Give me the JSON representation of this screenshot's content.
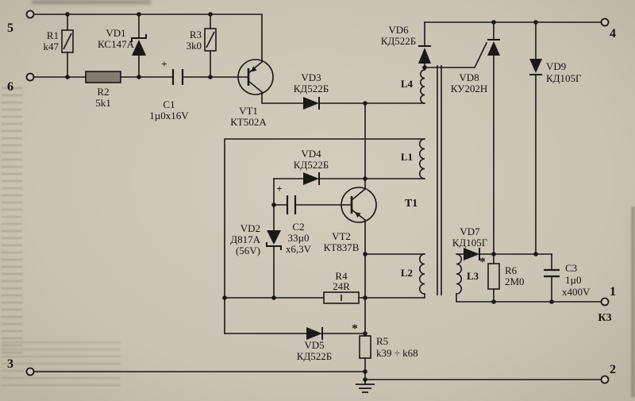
{
  "page": {
    "background": "#c9c3b3",
    "ink": "#1b1916"
  },
  "terminals": {
    "t5": "5",
    "t6": "6",
    "t4": "4",
    "t1": "1",
    "t3": "3",
    "t2": "2",
    "kz": "К3"
  },
  "components": {
    "r1": {
      "ref": "R1",
      "value": "k47"
    },
    "r2": {
      "ref": "R2",
      "value": "5k1"
    },
    "r3": {
      "ref": "R3",
      "value": "3k0"
    },
    "r4": {
      "ref": "R4",
      "value": "24R"
    },
    "r5": {
      "ref": "R5",
      "value": "k39 ÷ k68"
    },
    "r6": {
      "ref": "R6",
      "value": "2М0"
    },
    "c1": {
      "ref": "C1",
      "value": "1µ0x16V"
    },
    "c2": {
      "ref": "C2",
      "value": "33µ0",
      "value2": "x6,3V"
    },
    "c3": {
      "ref": "C3",
      "value": "1µ0",
      "value2": "x400V"
    },
    "vd1": {
      "ref": "VD1",
      "value": "КС147А"
    },
    "vd2": {
      "ref": "VD2",
      "value": "Д817А",
      "value2": "(56V)"
    },
    "vd3": {
      "ref": "VD3",
      "value": "КД522Б"
    },
    "vd4": {
      "ref": "VD4",
      "value": "КД522Б"
    },
    "vd5": {
      "ref": "VD5",
      "value": "КД522Б"
    },
    "vd6": {
      "ref": "VD6",
      "value": "КД522Б"
    },
    "vd7": {
      "ref": "VD7",
      "value": "КД105Г"
    },
    "vd8": {
      "ref": "VD8",
      "value": "КУ202Н"
    },
    "vd9": {
      "ref": "VD9",
      "value": "КД105Г"
    },
    "vt1": {
      "ref": "VT1",
      "value": "КТ502А"
    },
    "vt2": {
      "ref": "VT2",
      "value": "КТ837В"
    },
    "l1": {
      "ref": "L1"
    },
    "l2": {
      "ref": "L2"
    },
    "l3": {
      "ref": "L3"
    },
    "l4": {
      "ref": "L4"
    },
    "t1x": {
      "ref": "Т1"
    }
  },
  "marks": {
    "plus": "+",
    "asterisk": "*"
  }
}
